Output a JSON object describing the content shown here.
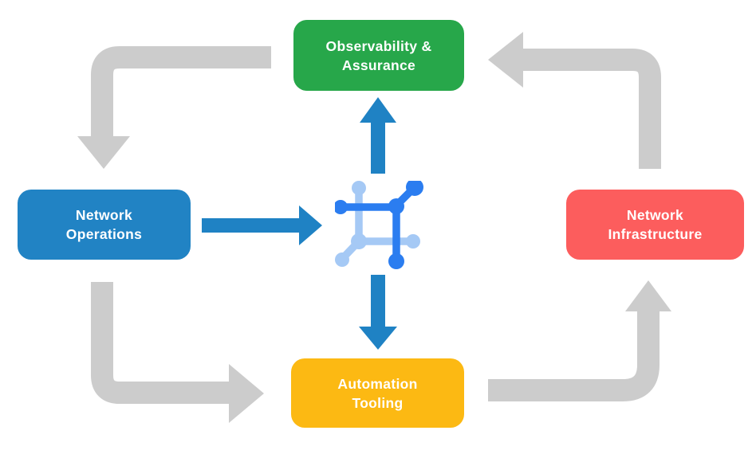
{
  "diagram": {
    "background": "#ffffff",
    "nodes": {
      "observability": {
        "label": "Observability &\nAssurance",
        "color": "#27a74a",
        "text_color": "#ffffff"
      },
      "operations": {
        "label": "Network\nOperations",
        "color": "#2183c4",
        "text_color": "#ffffff"
      },
      "infrastructure": {
        "label": "Network\nInfrastructure",
        "color": "#fc5d5d",
        "text_color": "#ffffff"
      },
      "automation": {
        "label": "Automation\nTooling",
        "color": "#fcb913",
        "text_color": "#ffffff"
      }
    },
    "hub_icon": {
      "name": "network-hub-icon",
      "primary_color": "#2b7df0",
      "secondary_color": "#a5c9f5"
    },
    "arrows": {
      "cycle_color": "#cccccc",
      "flow_color": "#1f82c4",
      "cycle": [
        {
          "from": "observability",
          "to": "operations"
        },
        {
          "from": "operations",
          "to": "automation"
        },
        {
          "from": "automation",
          "to": "infrastructure"
        },
        {
          "from": "infrastructure",
          "to": "observability"
        }
      ],
      "flow": [
        {
          "from": "operations",
          "to": "hub"
        },
        {
          "from": "hub",
          "to": "observability"
        },
        {
          "from": "hub",
          "to": "automation"
        }
      ]
    }
  }
}
